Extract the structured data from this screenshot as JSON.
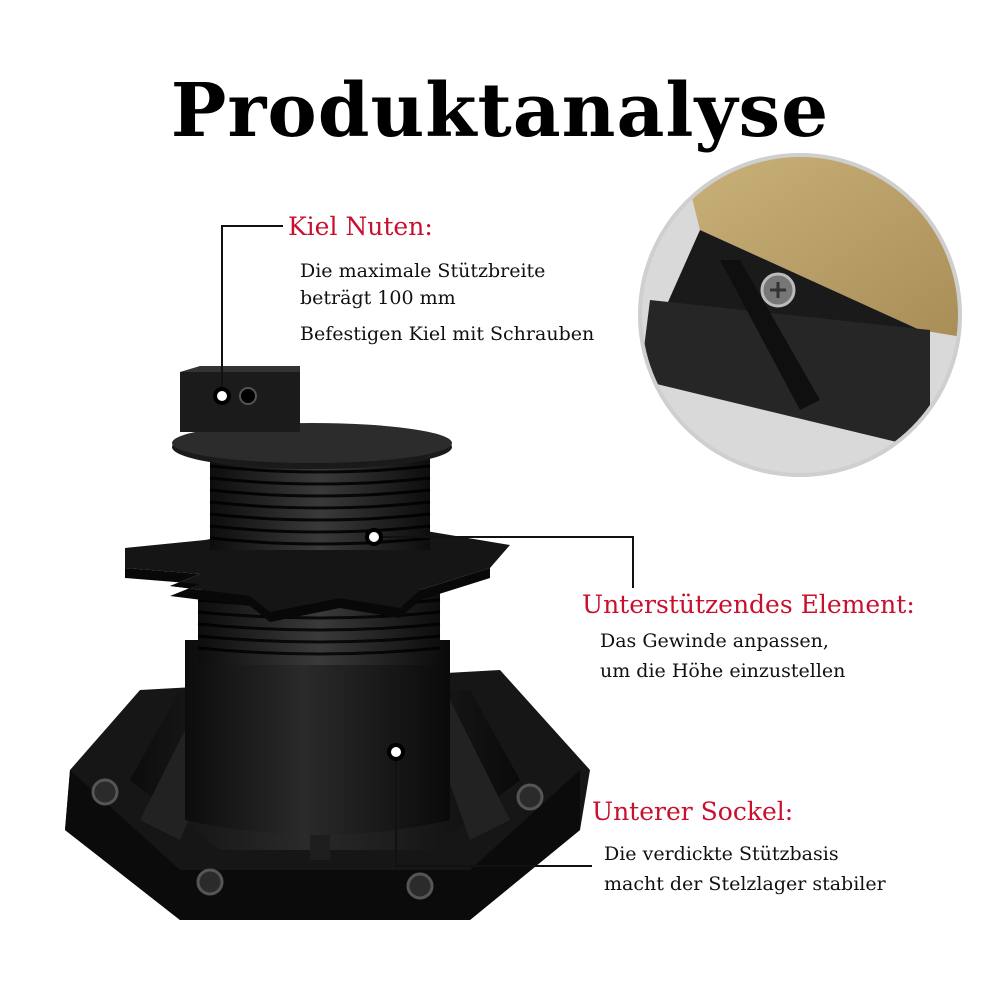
{
  "title": "Produktanalyse",
  "callouts": {
    "kiel": {
      "title": "Kiel Nuten:",
      "line1": "Die maximale Stützbreite",
      "line2": "beträgt 100 mm",
      "line3": "Befestigen Kiel mit Schrauben"
    },
    "element": {
      "title": "Unterstützendes Element:",
      "line1": "Das Gewinde anpassen,",
      "line2": "um die Höhe einzustellen"
    },
    "sockel": {
      "title": "Unterer Sockel:",
      "line1": "Die verdickte Stützbasis",
      "line2": "macht der Stelzlager stabiler"
    }
  },
  "colors": {
    "accent": "#c8102e",
    "product": "#141414"
  }
}
